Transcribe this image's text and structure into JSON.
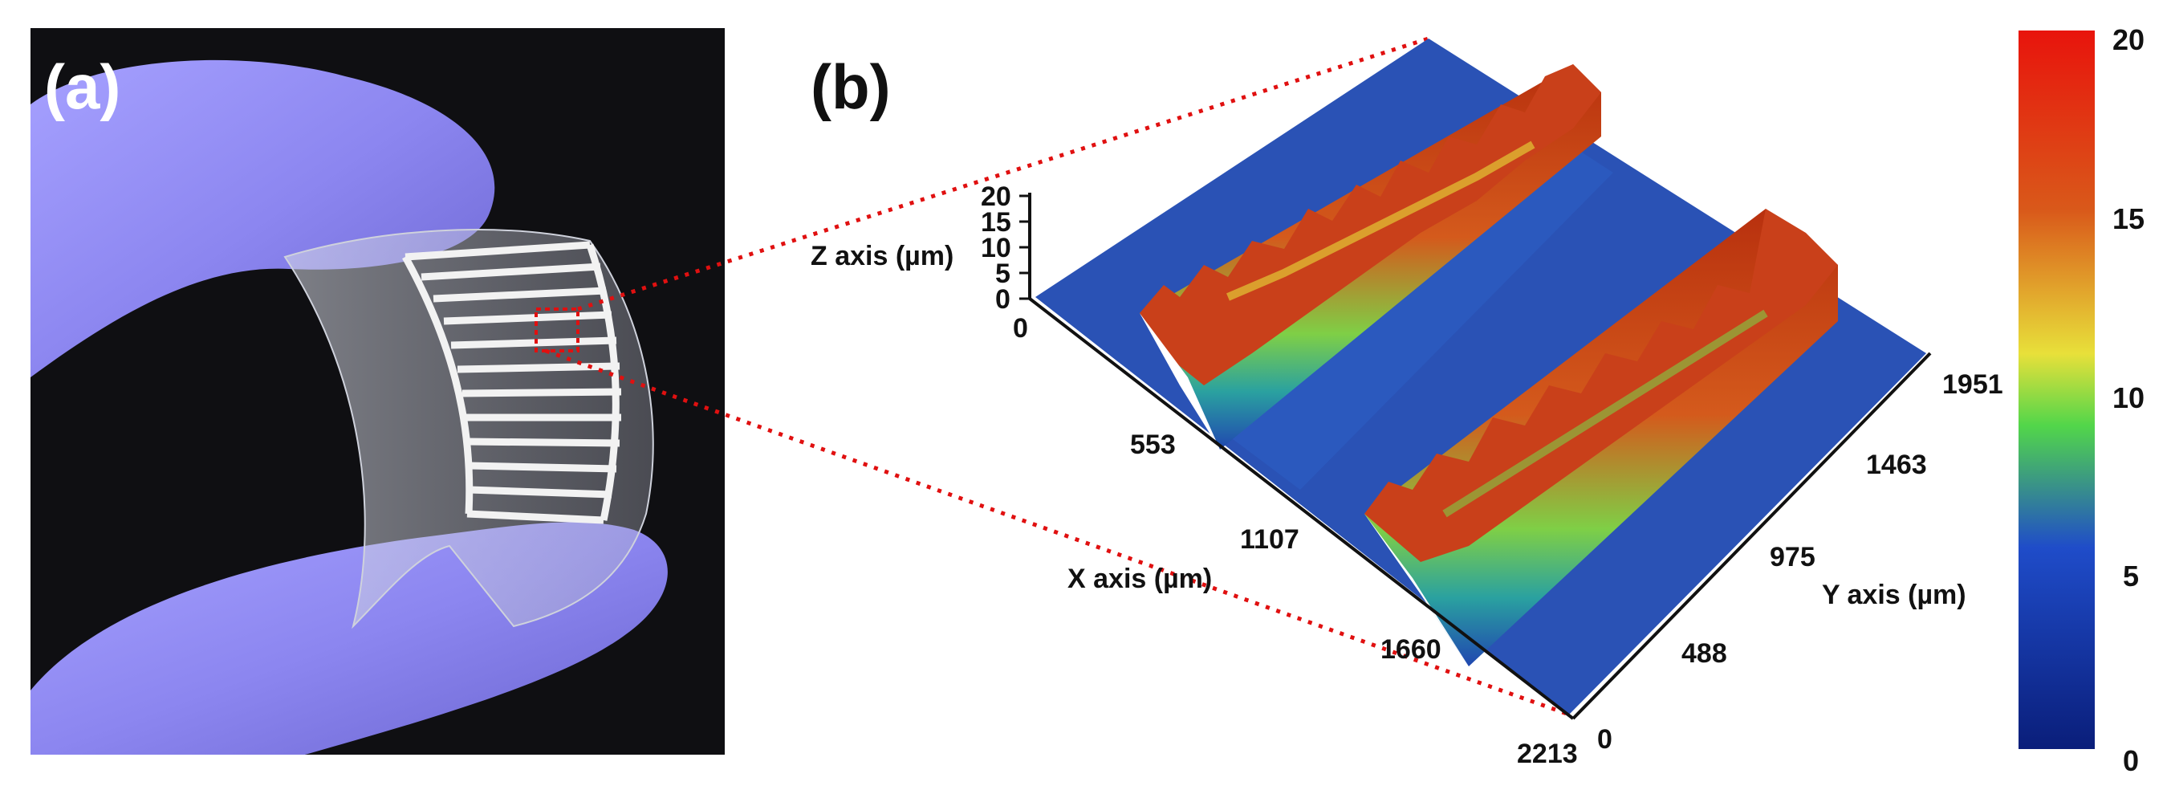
{
  "panels": {
    "a": {
      "label": "(a)"
    },
    "b": {
      "label": "(b)"
    }
  },
  "surface_plot": {
    "axes": {
      "x": {
        "label": "X axis (µm)",
        "ticks": [
          "553",
          "1107",
          "1660",
          "2213"
        ]
      },
      "y": {
        "label": "Y axis (µm)",
        "ticks": [
          "0",
          "488",
          "975",
          "1463",
          "1951"
        ]
      },
      "z": {
        "label": "Z axis (µm)",
        "ticks": [
          "0",
          "5",
          "10",
          "15",
          "20"
        ]
      },
      "origin_label": "0"
    },
    "colorbar": {
      "ticks": [
        "20",
        "15",
        "10",
        "5",
        "0"
      ],
      "colors": [
        "#e8140c",
        "#d9591a",
        "#e8e03a",
        "#52d64a",
        "#1f4cc9",
        "#0a1e7a"
      ]
    }
  },
  "colors": {
    "glove": "#8c86f0",
    "background_photo": "#0f0f12",
    "zoom_dots": "#e01010",
    "base_surface": "#2a52b5",
    "ridge_peak": "#cf3a12"
  }
}
